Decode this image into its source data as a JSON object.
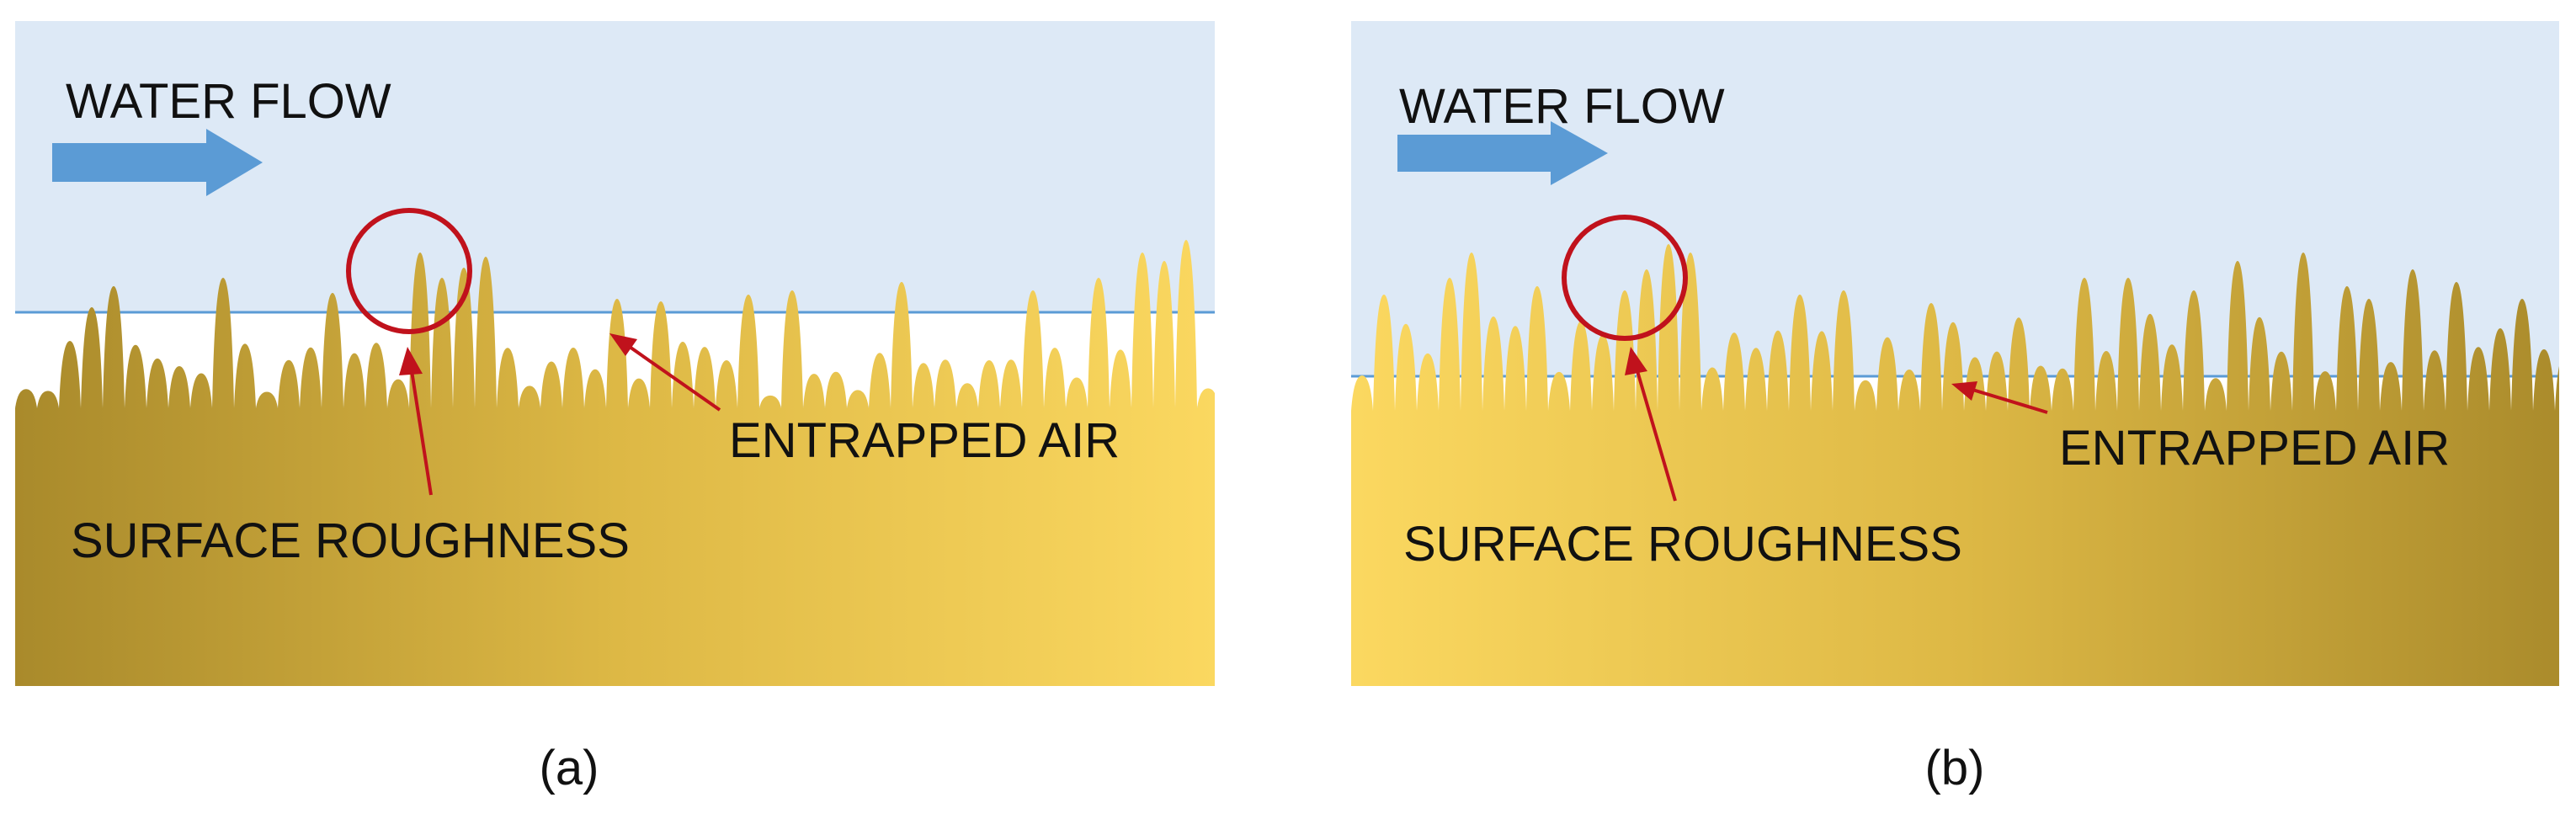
{
  "figure": {
    "panels": [
      {
        "id": "a",
        "caption": "(a)",
        "flow_label": "WATER FLOW",
        "air_label": "ENTRAPPED AIR",
        "roughness_label": "SURFACE ROUGHNESS"
      },
      {
        "id": "b",
        "caption": "(b)",
        "flow_label": "WATER FLOW",
        "air_label": "ENTRAPPED AIR",
        "roughness_label": "SURFACE ROUGHNESS"
      }
    ]
  },
  "colors": {
    "water": "#dde9f6",
    "water_line": "#5b9bd5",
    "flow_arrow": "#5b9bd5",
    "callout": "#c0121c",
    "gold_dark": "#a98a2b",
    "gold_light": "#fbd860",
    "text": "#111111"
  }
}
